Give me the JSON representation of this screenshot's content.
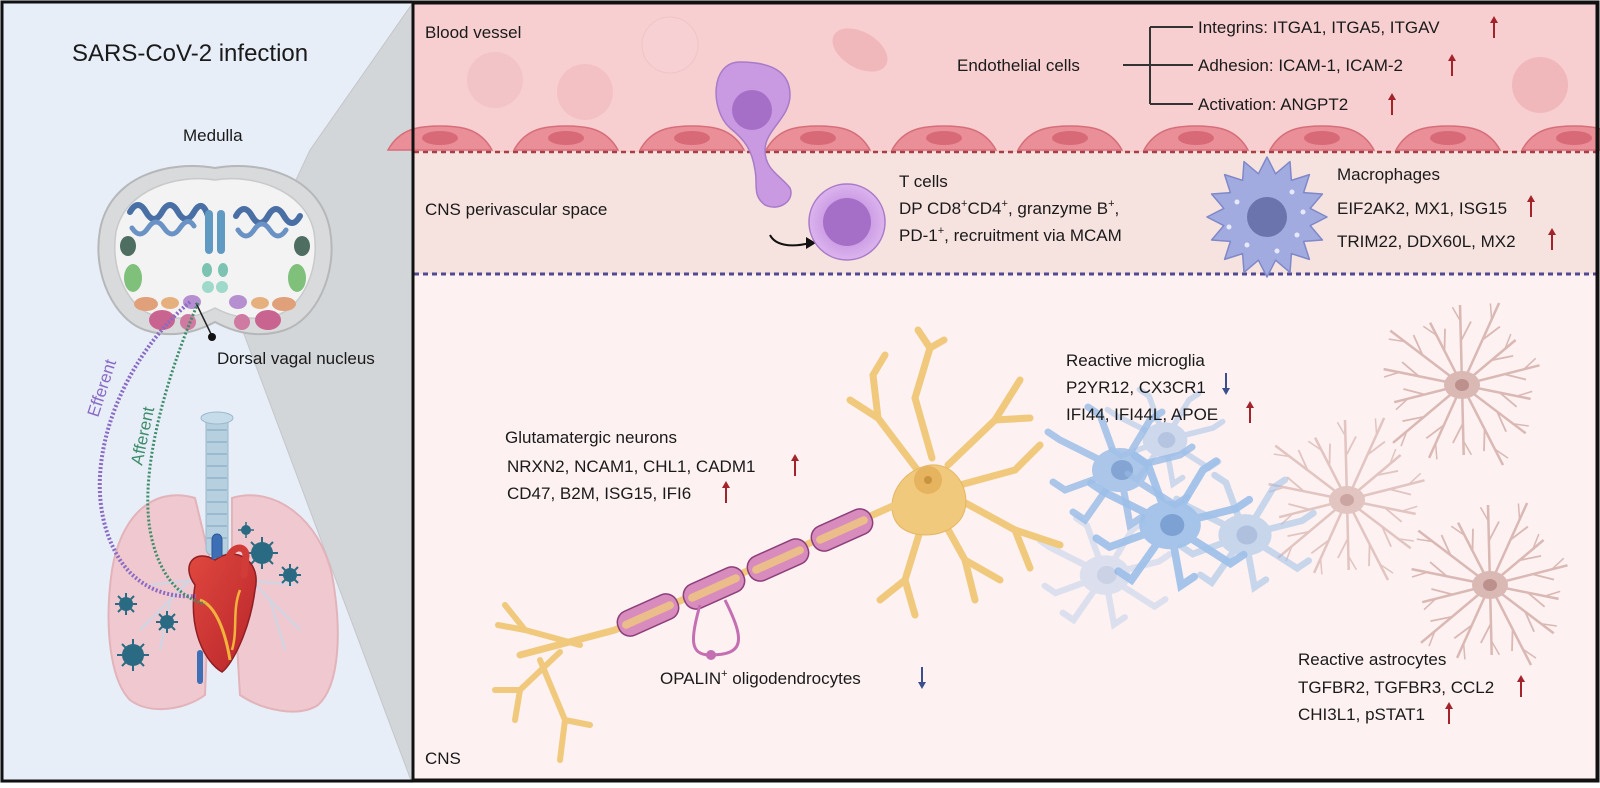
{
  "left": {
    "title": "SARS-CoV-2 infection",
    "medulla_label": "Medulla",
    "dvn_label": "Dorsal vagal nucleus",
    "efferent_label": "Efferent",
    "afferent_label": "Afferent"
  },
  "blood_vessel": {
    "label": "Blood vessel",
    "endothelial_label": "Endothelial cells",
    "integrins": "Integrins: ITGA1, ITGA5, ITGAV",
    "adhesion": "Adhesion: ICAM-1, ICAM-2",
    "activation": "Activation: ANGPT2"
  },
  "perivascular": {
    "label": "CNS perivascular space",
    "tcells_title": "T cells",
    "tcells_line1_a": "DP CD8",
    "tcells_line1_b": "+",
    "tcells_line1_c": "CD4",
    "tcells_line1_d": "+",
    "tcells_line1_e": ", granzyme B",
    "tcells_line1_f": "+",
    "tcells_line1_g": ",",
    "tcells_line2_a": "PD-1",
    "tcells_line2_b": "+",
    "tcells_line2_c": ", recruitment via MCAM",
    "macrophages_title": "Macrophages",
    "macrophages_line1": "EIF2AK2, MX1, ISG15",
    "macrophages_line2": "TRIM22, DDX60L, MX2"
  },
  "cns": {
    "label": "CNS",
    "neurons_title": "Glutamatergic neurons",
    "neurons_line1": "NRXN2, NCAM1, CHL1, CADM1",
    "neurons_line2": "CD47, B2M, ISG15, IFI6",
    "oligo_a": "OPALIN",
    "oligo_b": "+",
    "oligo_c": " oligodendrocytes",
    "microglia_title": "Reactive microglia",
    "microglia_line1": "P2YR12, CX3CR1",
    "microglia_line2": "IFI44, IFI44L, APOE",
    "astro_title": "Reactive astrocytes",
    "astro_line1": "TGFBR2, TGFBR3, CCL2",
    "astro_line2": "CHI3L1, pSTAT1"
  },
  "colors": {
    "up_arrow": "#a3232b",
    "down_arrow": "#3b4f8c",
    "blood": "#f8cfd1",
    "perivascular": "#f7e3df",
    "cns_bg": "#fdf1f1",
    "left_bg": "#e6eef8",
    "neuron": "#f0c97d",
    "myelin": "#d88bbd",
    "microglia": "#9dbfe8",
    "astrocyte": "#d8b5b0",
    "macrophage": "#9aa4dc",
    "tcell": "#c89ae0"
  }
}
